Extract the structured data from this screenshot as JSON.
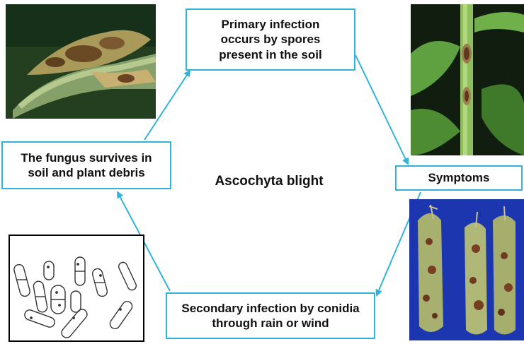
{
  "center_label": "Ascochyta blight",
  "boxes": {
    "primary": "Primary infection\noccurs by  spores\npresent in the soil",
    "symptoms": "Symptoms",
    "secondary": "Secondary infection by conidia\nthrough rain or wind",
    "survive": "The fungus survives in\nsoil and plant debris"
  },
  "colors": {
    "box_border": "#31b4d8",
    "arrow": "#31b4d8"
  },
  "images": [
    {
      "name": "infected-leaf-photo"
    },
    {
      "name": "infected-stem-photo"
    },
    {
      "name": "infected-pods-photo"
    },
    {
      "name": "conidia-drawing"
    }
  ]
}
